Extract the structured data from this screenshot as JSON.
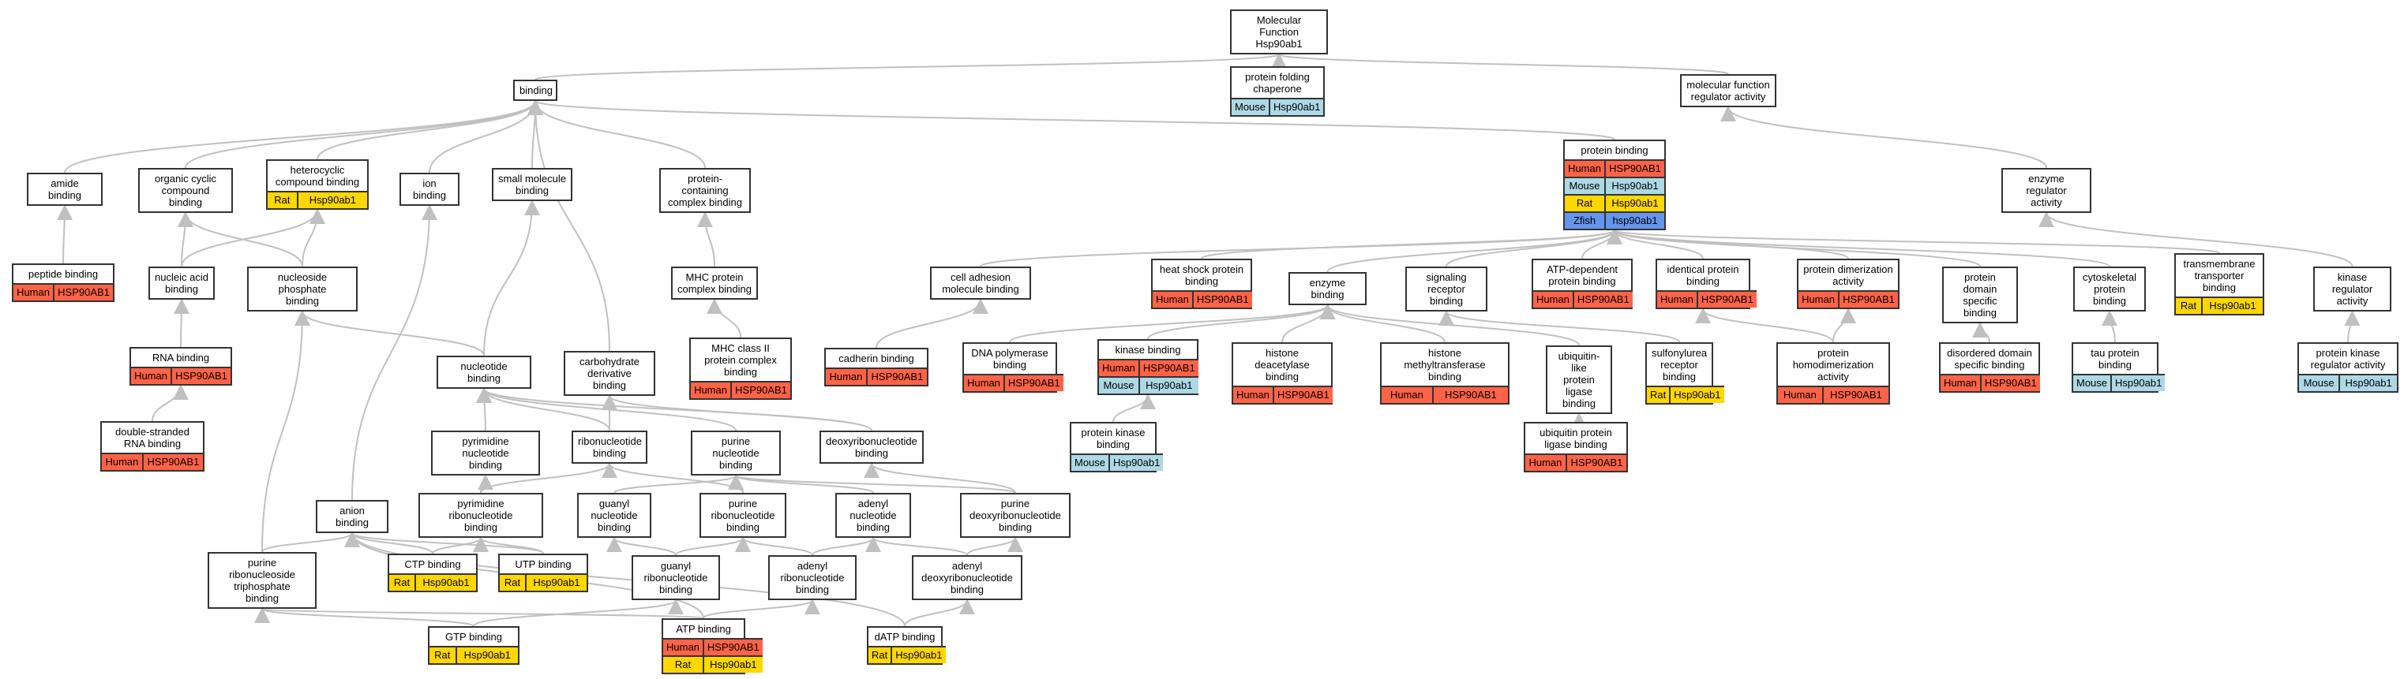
{
  "diagram": {
    "title": "Molecular Function Hsp90ab1",
    "species_colors": {
      "Human": "#ff6347",
      "Mouse": "#add8e6",
      "Rat": "#ffd700",
      "Zfish": "#6495ed"
    },
    "edge_color": "#c0c0c0",
    "nodes": [
      {
        "id": "mf",
        "label": "Molecular Function\nHsp90ab1",
        "ann": []
      },
      {
        "id": "pfc",
        "label": "protein folding\nchaperone",
        "ann": [
          [
            "Mouse",
            "Hsp90ab1"
          ]
        ]
      },
      {
        "id": "mfra",
        "label": "molecular function\nregulator activity",
        "ann": []
      },
      {
        "id": "binding",
        "label": "binding",
        "ann": []
      },
      {
        "id": "amide",
        "label": "amide binding",
        "ann": []
      },
      {
        "id": "occb",
        "label": "organic cyclic\ncompound binding",
        "ann": []
      },
      {
        "id": "hcb",
        "label": "heterocyclic\ncompound binding",
        "ann": [
          [
            "Rat",
            "Hsp90ab1"
          ]
        ]
      },
      {
        "id": "ion",
        "label": "ion binding",
        "ann": []
      },
      {
        "id": "smb",
        "label": "small molecule\nbinding",
        "ann": []
      },
      {
        "id": "pccb",
        "label": "protein-containing\ncomplex binding",
        "ann": []
      },
      {
        "id": "pb",
        "label": "protein binding",
        "ann": [
          [
            "Human",
            "HSP90AB1"
          ],
          [
            "Mouse",
            "Hsp90ab1"
          ],
          [
            "Rat",
            "Hsp90ab1"
          ],
          [
            "Zfish",
            "hsp90ab1"
          ]
        ]
      },
      {
        "id": "era",
        "label": "enzyme regulator\nactivity",
        "ann": []
      },
      {
        "id": "peptide",
        "label": "peptide binding",
        "ann": [
          [
            "Human",
            "HSP90AB1"
          ]
        ]
      },
      {
        "id": "nab",
        "label": "nucleic acid\nbinding",
        "ann": []
      },
      {
        "id": "npb",
        "label": "nucleoside phosphate\nbinding",
        "ann": []
      },
      {
        "id": "mhcpcb",
        "label": "MHC protein\ncomplex binding",
        "ann": []
      },
      {
        "id": "camb",
        "label": "cell adhesion\nmolecule binding",
        "ann": []
      },
      {
        "id": "hspb",
        "label": "heat shock protein\nbinding",
        "ann": [
          [
            "Human",
            "HSP90AB1"
          ]
        ]
      },
      {
        "id": "enzb",
        "label": "enzyme binding",
        "ann": []
      },
      {
        "id": "srb",
        "label": "signaling receptor\nbinding",
        "ann": []
      },
      {
        "id": "atpdpb",
        "label": "ATP-dependent\nprotein binding",
        "ann": [
          [
            "Human",
            "HSP90AB1"
          ]
        ]
      },
      {
        "id": "ipb",
        "label": "identical protein\nbinding",
        "ann": [
          [
            "Human",
            "HSP90AB1"
          ]
        ]
      },
      {
        "id": "pda",
        "label": "protein dimerization\nactivity",
        "ann": [
          [
            "Human",
            "HSP90AB1"
          ]
        ]
      },
      {
        "id": "pdsb",
        "label": "protein domain\nspecific binding",
        "ann": []
      },
      {
        "id": "cpb",
        "label": "cytoskeletal\nprotein binding",
        "ann": []
      },
      {
        "id": "ttb",
        "label": "transmembrane\ntransporter\nbinding",
        "ann": [
          [
            "Rat",
            "Hsp90ab1"
          ]
        ]
      },
      {
        "id": "kra",
        "label": "kinase regulator\nactivity",
        "ann": []
      },
      {
        "id": "rnab",
        "label": "RNA binding",
        "ann": [
          [
            "Human",
            "HSP90AB1"
          ]
        ]
      },
      {
        "id": "nucb",
        "label": "nucleotide binding",
        "ann": []
      },
      {
        "id": "cdb",
        "label": "carbohydrate\nderivative binding",
        "ann": []
      },
      {
        "id": "mhc2",
        "label": "MHC class II\nprotein complex\nbinding",
        "ann": [
          [
            "Human",
            "HSP90AB1"
          ]
        ]
      },
      {
        "id": "cadb",
        "label": "cadherin binding",
        "ann": [
          [
            "Human",
            "HSP90AB1"
          ]
        ]
      },
      {
        "id": "dnapb",
        "label": "DNA polymerase\nbinding",
        "ann": [
          [
            "Human",
            "HSP90AB1"
          ]
        ]
      },
      {
        "id": "kinb",
        "label": "kinase binding",
        "ann": [
          [
            "Human",
            "HSP90AB1"
          ],
          [
            "Mouse",
            "Hsp90ab1"
          ]
        ]
      },
      {
        "id": "hdacb",
        "label": "histone deacetylase\nbinding",
        "ann": [
          [
            "Human",
            "HSP90AB1"
          ]
        ]
      },
      {
        "id": "hmtb",
        "label": "histone methyltransferase\nbinding",
        "ann": [
          [
            "Human",
            "HSP90AB1"
          ]
        ]
      },
      {
        "id": "ulplb",
        "label": "ubiquitin-like\nprotein ligase\nbinding",
        "ann": []
      },
      {
        "id": "surb",
        "label": "sulfonylurea\nreceptor binding",
        "ann": [
          [
            "Rat",
            "Hsp90ab1"
          ]
        ]
      },
      {
        "id": "phda",
        "label": "protein homodimerization\nactivity",
        "ann": [
          [
            "Human",
            "HSP90AB1"
          ]
        ]
      },
      {
        "id": "ddsb",
        "label": "disordered domain\nspecific binding",
        "ann": [
          [
            "Human",
            "HSP90AB1"
          ]
        ]
      },
      {
        "id": "taub",
        "label": "tau protein\nbinding",
        "ann": [
          [
            "Mouse",
            "Hsp90ab1"
          ]
        ]
      },
      {
        "id": "pkra",
        "label": "protein kinase\nregulator activity",
        "ann": [
          [
            "Mouse",
            "Hsp90ab1"
          ]
        ]
      },
      {
        "id": "dsrna",
        "label": "double-stranded\nRNA binding",
        "ann": [
          [
            "Human",
            "HSP90AB1"
          ]
        ]
      },
      {
        "id": "pynb",
        "label": "pyrimidine nucleotide\nbinding",
        "ann": []
      },
      {
        "id": "ribnb",
        "label": "ribonucleotide\nbinding",
        "ann": []
      },
      {
        "id": "punb",
        "label": "purine nucleotide\nbinding",
        "ann": []
      },
      {
        "id": "dribnb",
        "label": "deoxyribonucleotide\nbinding",
        "ann": []
      },
      {
        "id": "pkb",
        "label": "protein kinase\nbinding",
        "ann": [
          [
            "Mouse",
            "Hsp90ab1"
          ]
        ]
      },
      {
        "id": "uplb",
        "label": "ubiquitin protein\nligase binding",
        "ann": [
          [
            "Human",
            "HSP90AB1"
          ]
        ]
      },
      {
        "id": "anion",
        "label": "anion binding",
        "ann": []
      },
      {
        "id": "pyrnb",
        "label": "pyrimidine ribonucleotide\nbinding",
        "ann": []
      },
      {
        "id": "gnb",
        "label": "guanyl nucleotide\nbinding",
        "ann": []
      },
      {
        "id": "purnb",
        "label": "purine ribonucleotide\nbinding",
        "ann": []
      },
      {
        "id": "anb",
        "label": "adenyl nucleotide\nbinding",
        "ann": []
      },
      {
        "id": "pdrnb",
        "label": "purine deoxyribonucleotide\nbinding",
        "ann": []
      },
      {
        "id": "prtb",
        "label": "purine ribonucleoside\ntriphosphate\nbinding",
        "ann": []
      },
      {
        "id": "ctp",
        "label": "CTP binding",
        "ann": [
          [
            "Rat",
            "Hsp90ab1"
          ]
        ]
      },
      {
        "id": "utp",
        "label": "UTP binding",
        "ann": [
          [
            "Rat",
            "Hsp90ab1"
          ]
        ]
      },
      {
        "id": "grnb",
        "label": "guanyl ribonucleotide\nbinding",
        "ann": []
      },
      {
        "id": "arnb",
        "label": "adenyl ribonucleotide\nbinding",
        "ann": []
      },
      {
        "id": "adrnb",
        "label": "adenyl deoxyribonucleotide\nbinding",
        "ann": []
      },
      {
        "id": "gtp",
        "label": "GTP binding",
        "ann": [
          [
            "Rat",
            "Hsp90ab1"
          ]
        ]
      },
      {
        "id": "atp",
        "label": "ATP binding",
        "ann": [
          [
            "Human",
            "HSP90AB1"
          ],
          [
            "Rat",
            "Hsp90ab1"
          ]
        ]
      },
      {
        "id": "datp",
        "label": "dATP binding",
        "ann": [
          [
            "Rat",
            "Hsp90ab1"
          ]
        ]
      }
    ],
    "edges": [
      [
        "pfc",
        "mf"
      ],
      [
        "binding",
        "mf"
      ],
      [
        "mfra",
        "mf"
      ],
      [
        "era",
        "mfra"
      ],
      [
        "kra",
        "era"
      ],
      [
        "pkra",
        "kra"
      ],
      [
        "amide",
        "binding"
      ],
      [
        "occb",
        "binding"
      ],
      [
        "hcb",
        "binding"
      ],
      [
        "ion",
        "binding"
      ],
      [
        "smb",
        "binding"
      ],
      [
        "pccb",
        "binding"
      ],
      [
        "pb",
        "binding"
      ],
      [
        "cdb",
        "binding"
      ],
      [
        "peptide",
        "amide"
      ],
      [
        "nab",
        "occb"
      ],
      [
        "npb",
        "occb"
      ],
      [
        "nab",
        "hcb"
      ],
      [
        "npb",
        "hcb"
      ],
      [
        "rnab",
        "nab"
      ],
      [
        "dsrna",
        "rnab"
      ],
      [
        "nucb",
        "npb"
      ],
      [
        "nucb",
        "smb"
      ],
      [
        "anion",
        "ion"
      ],
      [
        "mhcpcb",
        "pccb"
      ],
      [
        "mhc2",
        "mhcpcb"
      ],
      [
        "camb",
        "pb"
      ],
      [
        "hspb",
        "pb"
      ],
      [
        "enzb",
        "pb"
      ],
      [
        "srb",
        "pb"
      ],
      [
        "atpdpb",
        "pb"
      ],
      [
        "ipb",
        "pb"
      ],
      [
        "pda",
        "pb"
      ],
      [
        "pdsb",
        "pb"
      ],
      [
        "cpb",
        "pb"
      ],
      [
        "ttb",
        "pb"
      ],
      [
        "cadb",
        "camb"
      ],
      [
        "dnapb",
        "enzb"
      ],
      [
        "kinb",
        "enzb"
      ],
      [
        "hdacb",
        "enzb"
      ],
      [
        "hmtb",
        "enzb"
      ],
      [
        "ulplb",
        "enzb"
      ],
      [
        "pkb",
        "kinb"
      ],
      [
        "uplb",
        "ulplb"
      ],
      [
        "surb",
        "srb"
      ],
      [
        "phda",
        "pda"
      ],
      [
        "phda",
        "ipb"
      ],
      [
        "ddsb",
        "pdsb"
      ],
      [
        "taub",
        "cpb"
      ],
      [
        "pynb",
        "nucb"
      ],
      [
        "ribnb",
        "nucb"
      ],
      [
        "punb",
        "nucb"
      ],
      [
        "dribnb",
        "nucb"
      ],
      [
        "ribnb",
        "cdb"
      ],
      [
        "dribnb",
        "cdb"
      ],
      [
        "pyrnb",
        "pynb"
      ],
      [
        "pyrnb",
        "ribnb"
      ],
      [
        "gnb",
        "punb"
      ],
      [
        "purnb",
        "punb"
      ],
      [
        "purnb",
        "ribnb"
      ],
      [
        "anb",
        "punb"
      ],
      [
        "pdrnb",
        "punb"
      ],
      [
        "pdrnb",
        "dribnb"
      ],
      [
        "grnb",
        "gnb"
      ],
      [
        "grnb",
        "purnb"
      ],
      [
        "arnb",
        "anb"
      ],
      [
        "arnb",
        "purnb"
      ],
      [
        "adrnb",
        "anb"
      ],
      [
        "adrnb",
        "pdrnb"
      ],
      [
        "prtb",
        "anion"
      ],
      [
        "prtb",
        "npb"
      ],
      [
        "ctp",
        "anion"
      ],
      [
        "ctp",
        "pyrnb"
      ],
      [
        "utp",
        "anion"
      ],
      [
        "utp",
        "pyrnb"
      ],
      [
        "gtp",
        "prtb"
      ],
      [
        "gtp",
        "grnb"
      ],
      [
        "atp",
        "prtb"
      ],
      [
        "atp",
        "arnb"
      ],
      [
        "atp",
        "anion"
      ],
      [
        "datp",
        "anion"
      ],
      [
        "datp",
        "adrnb"
      ]
    ]
  }
}
